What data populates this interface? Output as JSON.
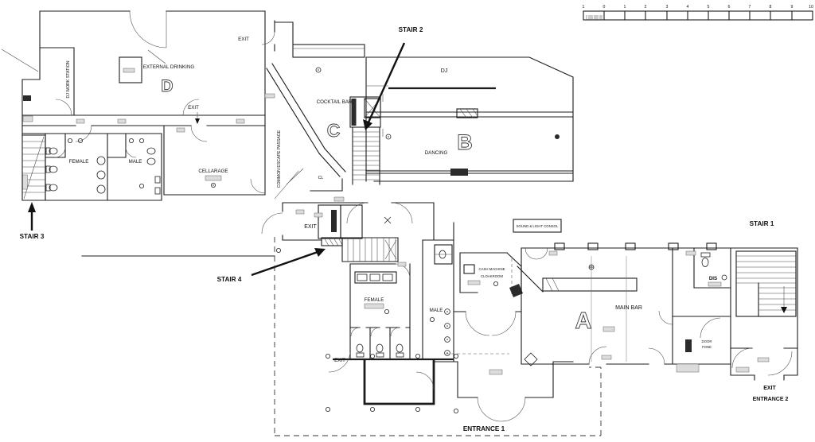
{
  "drawing": {
    "scale_bar": {
      "numbers": [
        "1",
        "0",
        "1",
        "2",
        "3",
        "4",
        "5",
        "6",
        "7",
        "8",
        "9",
        "10"
      ]
    },
    "zones": {
      "a": "A",
      "b": "B",
      "c": "C",
      "d": "D"
    },
    "rooms": {
      "dj_work_station": "DJ WORK STATION",
      "external_drinking": "EXTERNAL DRINKING",
      "female": "FEMALE",
      "male": "MALE",
      "cellarage": "CELLARAGE",
      "cocktail_bar": "COCKTAIL BAR",
      "dj": "DJ",
      "dancing": "DANCING",
      "cl": "CL",
      "common_escape_passage": "COMMON ESCAPE PASSAGE",
      "cash_machine": "CASH MACHINE",
      "cloakroom": "CLOAKROOM",
      "sound_light_console": "SOUND & LIGHT CONSOL",
      "main_bar": "MAIN BAR",
      "dis": "DIS",
      "door_fone_line1": "DOOR",
      "door_fone_line2": "FONE"
    },
    "stairs": {
      "stair1": "STAIR 1",
      "stair2": "STAIR 2",
      "stair3": "STAIR 3",
      "stair4": "STAIR 4"
    },
    "labels": {
      "exit": "EXIT",
      "entrance1": "ENTRANCE 1",
      "entrance2": "ENTRANCE 2"
    }
  }
}
